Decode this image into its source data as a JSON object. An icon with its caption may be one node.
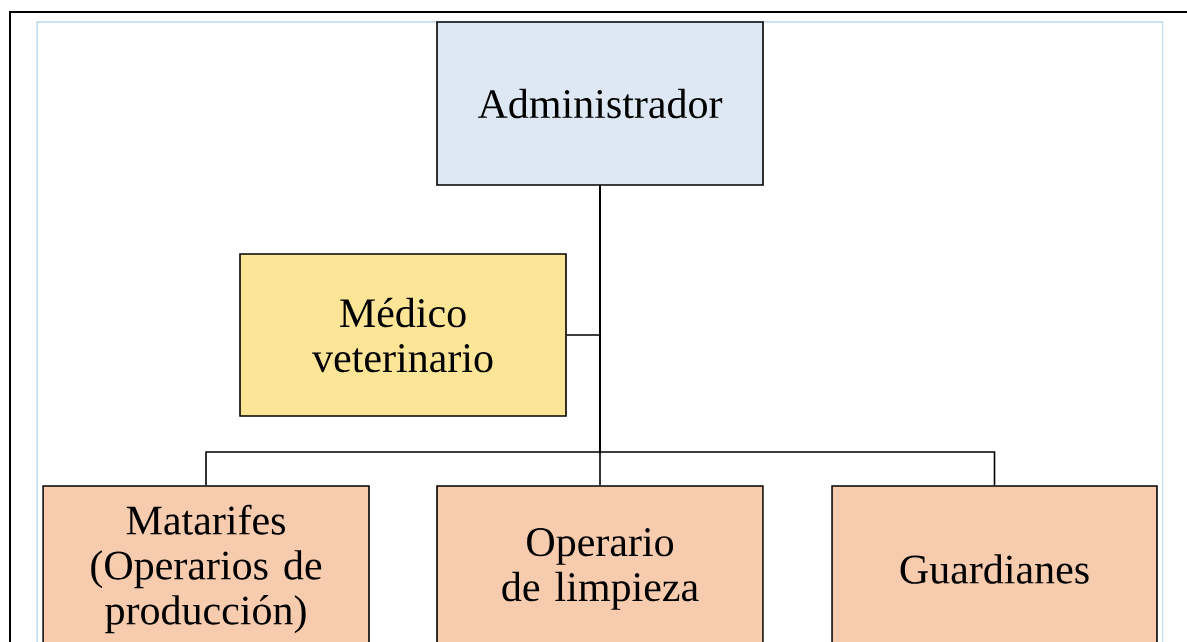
{
  "diagram": {
    "nodes": [
      {
        "text": [
          "Administrador"
        ]
      },
      {
        "text": [
          "Médico veterinario"
        ]
      },
      {
        "text": [
          "Matarifes (Operarios de producción)"
        ]
      },
      {
        "text": [
          "Operario de limpieza"
        ]
      },
      {
        "text": [
          "Guardianes"
        ]
      }
    ],
    "edges": [
      {
        "from": 0,
        "to": 1,
        "arrow": "none"
      },
      {
        "from": 0,
        "to": 2,
        "arrow": "none"
      },
      {
        "from": 0,
        "to": 3,
        "arrow": "none"
      },
      {
        "from": 0,
        "to": 4,
        "arrow": "none"
      }
    ]
  }
}
